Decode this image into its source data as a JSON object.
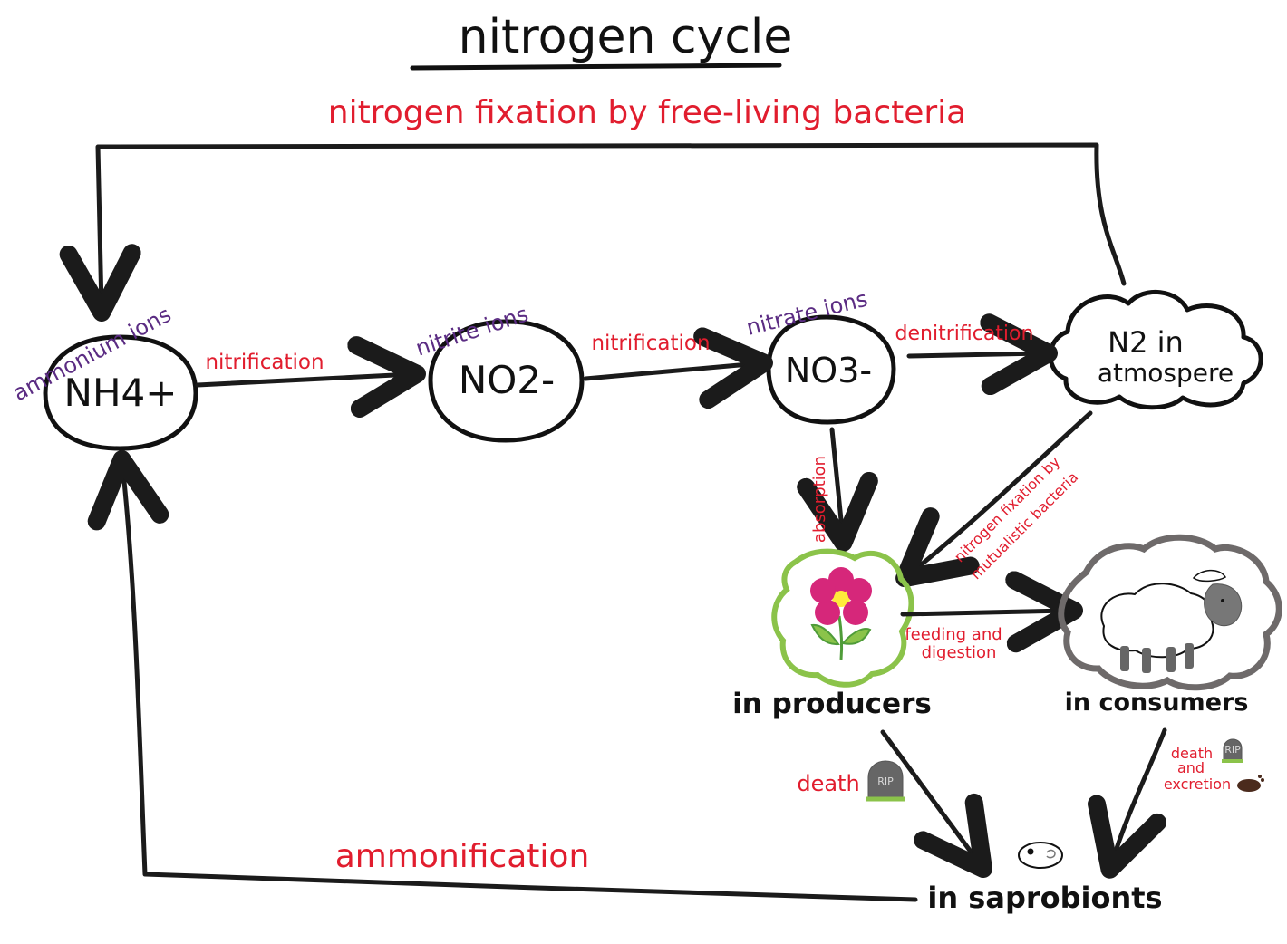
{
  "title": "nitrogen cycle",
  "colors": {
    "ink": "#111111",
    "label_red": "#e11d2e",
    "ion_purple": "#5b2c83",
    "producer_green": "#8bc34a",
    "consumer_gray": "#6e6a6a",
    "flower_magenta": "#d6277a",
    "grave_gray": "#666666"
  },
  "nodes": {
    "ammonium": {
      "formula": "NH4+",
      "label": "ammonium ions"
    },
    "nitrite": {
      "formula": "NO2-",
      "label": "nitrite ions"
    },
    "nitrate": {
      "formula": "NO3-",
      "label": "nitrate ions"
    },
    "atmosphere": {
      "line1": "N2 in",
      "line2": "atmospere"
    }
  },
  "places": {
    "producers": "in producers",
    "consumers": "in consumers",
    "saprobionts": "in saprobionts"
  },
  "processes": {
    "free_living_fixation": "nitrogen fixation by free-living bacteria",
    "nitrification_1": "nitrification",
    "nitrification_2": "nitrification",
    "denitrification": "denitrification",
    "absorption": "absorption",
    "mutualistic_line1": "nitrogen fixation by",
    "mutualistic_line2": "mutualistic bacteria",
    "feeding_line1": "feeding and",
    "feeding_line2": "digestion",
    "death": "death",
    "death_excretion_line1": "death",
    "death_excretion_line2": "and",
    "death_excretion_line3": "excretion",
    "ammonification": "ammonification"
  },
  "icons": {
    "gravestone": "RIP",
    "gravestone_small": "RIP"
  }
}
